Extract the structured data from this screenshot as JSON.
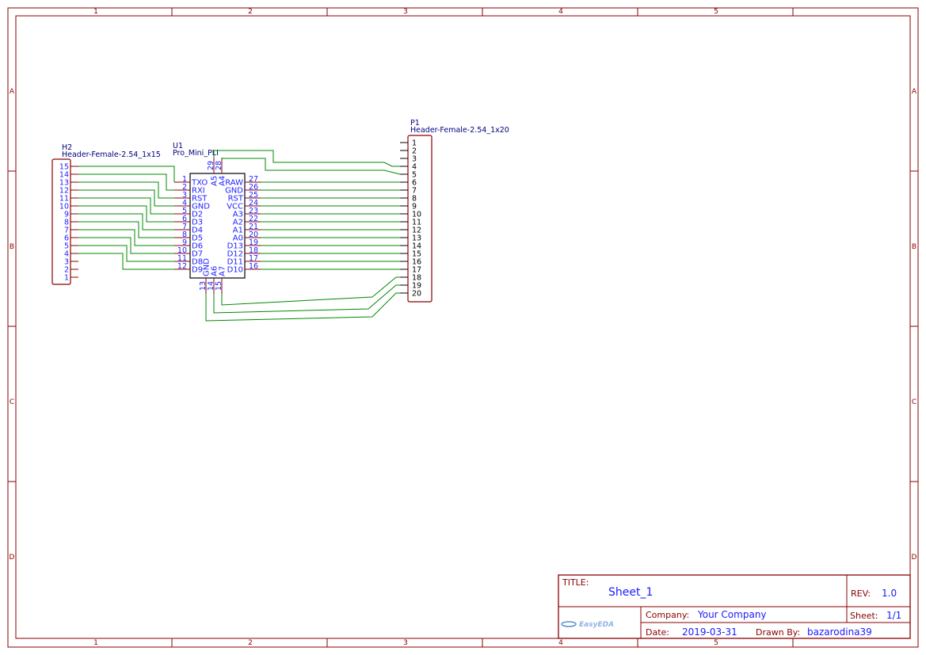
{
  "frame": {
    "columns": [
      "1",
      "2",
      "3",
      "4",
      "5"
    ],
    "rows": [
      "A",
      "B",
      "C",
      "D"
    ]
  },
  "h2": {
    "ref": "H2",
    "value": "Header-Female-2.54_1x15",
    "pins": [
      "15",
      "14",
      "13",
      "12",
      "11",
      "10",
      "9",
      "8",
      "7",
      "6",
      "5",
      "4",
      "3",
      "2",
      "1"
    ]
  },
  "u1": {
    "ref": "U1",
    "value": "Pro_Mini_PLI",
    "left_pins": [
      {
        "num": "1",
        "name": "TXO"
      },
      {
        "num": "2",
        "name": "RXI"
      },
      {
        "num": "3",
        "name": "RST"
      },
      {
        "num": "4",
        "name": "GND"
      },
      {
        "num": "5",
        "name": "D2"
      },
      {
        "num": "6",
        "name": "D3"
      },
      {
        "num": "7",
        "name": "D4"
      },
      {
        "num": "8",
        "name": "D5"
      },
      {
        "num": "9",
        "name": "D6"
      },
      {
        "num": "10",
        "name": "D7"
      },
      {
        "num": "11",
        "name": "D8"
      },
      {
        "num": "12",
        "name": "D9"
      }
    ],
    "right_pins": [
      {
        "num": "27",
        "name": "RAW"
      },
      {
        "num": "26",
        "name": "GND"
      },
      {
        "num": "25",
        "name": "RST"
      },
      {
        "num": "24",
        "name": "VCC"
      },
      {
        "num": "23",
        "name": "A3"
      },
      {
        "num": "22",
        "name": "A2"
      },
      {
        "num": "21",
        "name": "A1"
      },
      {
        "num": "20",
        "name": "A0"
      },
      {
        "num": "19",
        "name": "D13"
      },
      {
        "num": "18",
        "name": "D12"
      },
      {
        "num": "17",
        "name": "D11"
      },
      {
        "num": "16",
        "name": "D10"
      }
    ],
    "top_pins": [
      {
        "num": "29",
        "name": "A5"
      },
      {
        "num": "28",
        "name": "A4"
      }
    ],
    "bottom_pins": [
      {
        "num": "13",
        "name": "GND"
      },
      {
        "num": "14",
        "name": "A6"
      },
      {
        "num": "15",
        "name": "A7"
      }
    ]
  },
  "p1": {
    "ref": "P1",
    "value": "Header-Female-2.54_1x20",
    "pins": [
      "1",
      "2",
      "3",
      "4",
      "5",
      "6",
      "7",
      "8",
      "9",
      "10",
      "11",
      "12",
      "13",
      "14",
      "15",
      "16",
      "17",
      "18",
      "19",
      "20"
    ]
  },
  "title_block": {
    "title_label": "TITLE:",
    "title": "Sheet_1",
    "rev_label": "REV:",
    "rev": "1.0",
    "company_label": "Company:",
    "company": "Your Company",
    "sheet_label": "Sheet:",
    "sheet": "1/1",
    "date_label": "Date:",
    "date": "2019-03-31",
    "drawn_by_label": "Drawn By:",
    "drawn_by": "bazarodina39",
    "logo": "EasyEDA"
  },
  "colors": {
    "frame": "#880000",
    "wire": "#008800",
    "pin_text": "#2020ff"
  }
}
